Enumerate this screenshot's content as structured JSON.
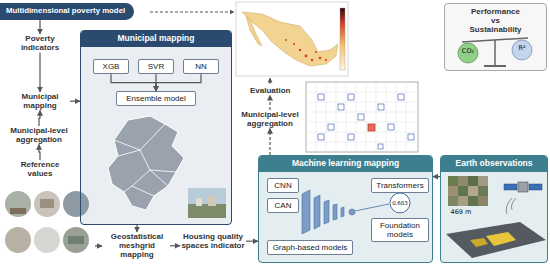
{
  "diagram": {
    "nodes": [
      {
        "text": [
          "Multidimensional poverty model"
        ]
      },
      {
        "text": [
          "Poverty indicators"
        ]
      },
      {
        "text": [
          "Municipal mapping"
        ]
      },
      {
        "text": [
          "Municipal-level aggregation"
        ]
      },
      {
        "text": [
          "Reference values"
        ]
      },
      {
        "text": [
          "Municipal mapping"
        ]
      },
      {
        "text": [
          "XGB"
        ],
        "in": 5
      },
      {
        "text": [
          "SVR"
        ],
        "in": 5
      },
      {
        "text": [
          "NN"
        ],
        "in": 5
      },
      {
        "text": [
          "Ensemble model"
        ],
        "in": 5
      },
      {
        "text": [
          "Geostatistical meshgrid mapping"
        ]
      },
      {
        "text": [
          "Housing quality spaces indicator"
        ]
      },
      {
        "text": [
          "Evaluation"
        ]
      },
      {
        "text": [
          "Municipal-level aggregation"
        ]
      },
      {
        "text": [
          "Performance vs Sustainability"
        ]
      },
      {
        "text": [
          "Machine learning mapping"
        ]
      },
      {
        "text": [
          "CNN"
        ],
        "in": 15
      },
      {
        "text": [
          "CAN"
        ],
        "in": 15
      },
      {
        "text": [
          "Transformers"
        ],
        "in": 15
      },
      {
        "text": [
          "Foundation models"
        ],
        "in": 15
      },
      {
        "text": [
          "Graph-based models"
        ],
        "in": 15
      },
      {
        "text": [
          "Earth observations"
        ]
      }
    ],
    "edges": [
      {
        "from": 0,
        "to": 1,
        "arrow": "to"
      },
      {
        "from": 1,
        "to": 2,
        "arrow": "to"
      },
      {
        "from": 3,
        "to": 2,
        "arrow": "to"
      },
      {
        "from": 4,
        "to": 3,
        "arrow": "to"
      },
      {
        "from": 2,
        "to": 5,
        "arrow": "to"
      },
      {
        "from": 6,
        "to": 9,
        "arrow": "to"
      },
      {
        "from": 7,
        "to": 9,
        "arrow": "to"
      },
      {
        "from": 8,
        "to": 9,
        "arrow": "to"
      },
      {
        "from": 5,
        "to": 10,
        "arrow": "to"
      },
      {
        "from": 10,
        "to": 11,
        "arrow": "to"
      },
      {
        "from": 11,
        "to": 15,
        "arrow": "to"
      },
      {
        "from": 21,
        "to": 15,
        "arrow": "to"
      },
      {
        "from": 15,
        "to": 13,
        "arrow": "to"
      },
      {
        "from": 13,
        "to": 12,
        "arrow": "to"
      }
    ],
    "labels": [
      "CO₂",
      "R²",
      "0.683",
      "469 m"
    ]
  }
}
